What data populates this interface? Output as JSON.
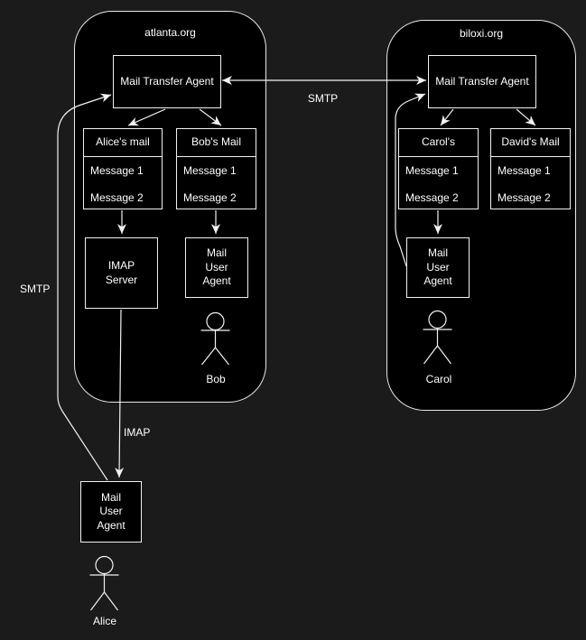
{
  "colors": {
    "canvas_bg": "#1b1b1b",
    "node_fill": "#000000",
    "stroke": "#f2f2f2",
    "text": "#ffffff"
  },
  "domains": {
    "atlanta": {
      "title": "atlanta.org"
    },
    "biloxi": {
      "title": "biloxi.org"
    }
  },
  "nodes": {
    "atlanta_mta": {
      "label": "Mail Transfer Agent"
    },
    "biloxi_mta": {
      "label": "Mail Transfer Agent"
    },
    "alice_mailbox": {
      "title": "Alice's mail",
      "messages": [
        "Message 1",
        "Message 2"
      ]
    },
    "bob_mailbox": {
      "title": "Bob's Mail",
      "messages": [
        "Message 1",
        "Message 2"
      ]
    },
    "carol_mailbox": {
      "title": "Carol's",
      "messages": [
        "Message 1",
        "Message 2"
      ]
    },
    "david_mailbox": {
      "title": "David's Mail",
      "messages": [
        "Message 1",
        "Message 2"
      ]
    },
    "imap_server": {
      "lines": [
        "IMAP",
        "Server"
      ]
    },
    "atlanta_mua": {
      "lines": [
        "Mail",
        "User",
        "Agent"
      ]
    },
    "biloxi_mua": {
      "lines": [
        "Mail",
        "User",
        "Agent"
      ]
    },
    "alice_mua": {
      "lines": [
        "Mail",
        "User",
        "Agent"
      ]
    }
  },
  "actors": {
    "bob": {
      "label": "Bob"
    },
    "carol": {
      "label": "Carol"
    },
    "alice": {
      "label": "Alice"
    }
  },
  "edge_labels": {
    "smtp_mta_to_mta": "SMTP",
    "smtp_alice_submission": "SMTP",
    "imap": "IMAP"
  }
}
